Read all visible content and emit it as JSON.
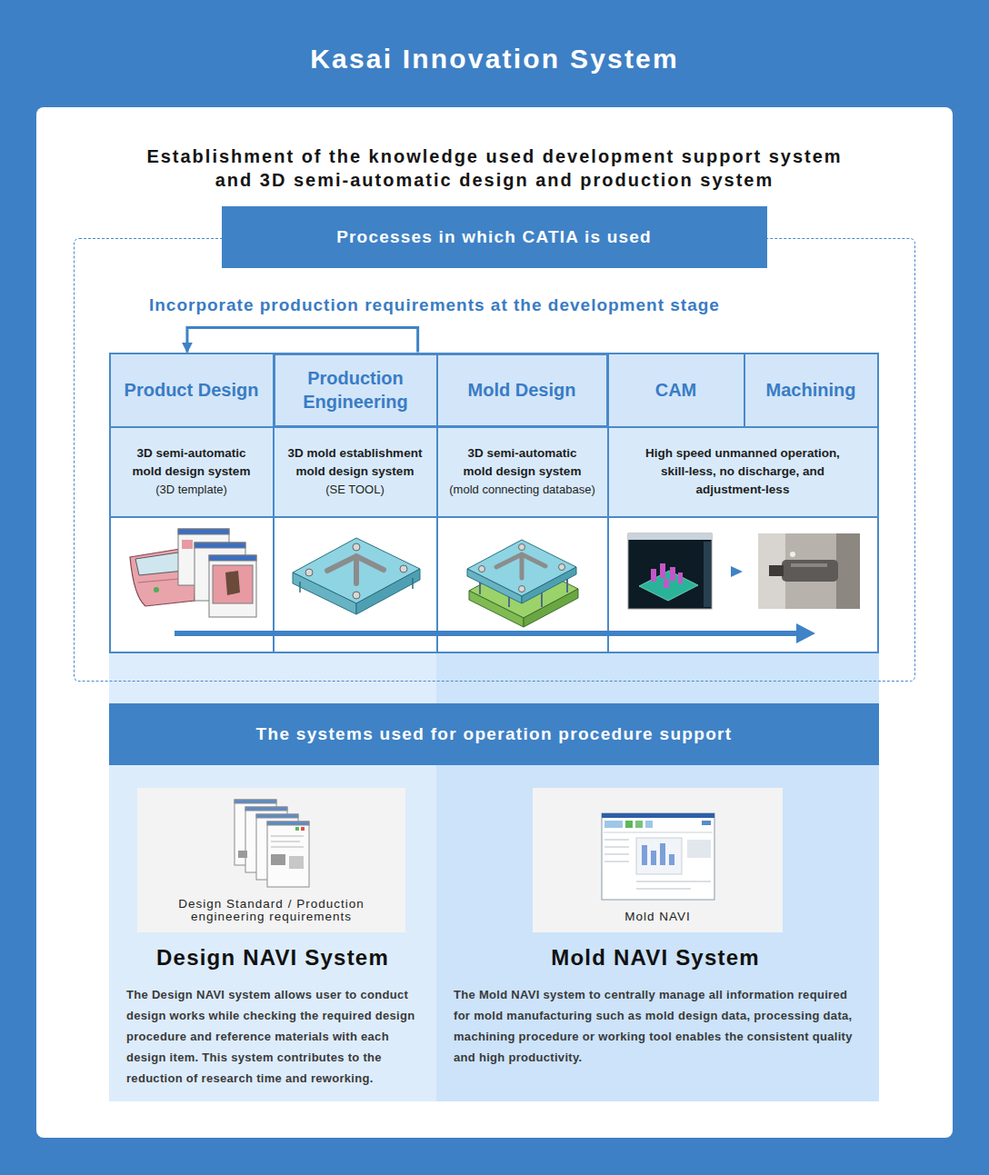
{
  "diagram": {
    "title": "Kasai Innovation System",
    "nodes": [
      {
        "text": [
          "Processes in which CATIA is used"
        ]
      },
      {
        "text": [
          "Product Design"
        ],
        "in": 0
      },
      {
        "text": [
          "Production Engineering"
        ],
        "in": 0
      },
      {
        "text": [
          "Mold Design"
        ],
        "in": 0
      },
      {
        "text": [
          "CAM"
        ],
        "in": 0
      },
      {
        "text": [
          "Machining"
        ],
        "in": 0
      },
      {
        "text": [
          "3D semi-automatic mold design system",
          "(3D template)"
        ],
        "in": 0
      },
      {
        "text": [
          "3D mold establishment mold design system",
          "(SE TOOL)"
        ],
        "in": 0
      },
      {
        "text": [
          "3D semi-automatic mold design system",
          "(mold connecting database)"
        ],
        "in": 0
      },
      {
        "text": [
          "High speed unmanned operation, skill-less, no discharge, and adjustment-less"
        ],
        "in": 0
      },
      {
        "text": [
          "The systems used for operation procedure support"
        ]
      },
      {
        "text": [
          "Design NAVI System",
          "The Design NAVI system allows user to conduct design works while checking the required design procedure and reference materials with each design item. This system contributes to the reduction of research time and reworking."
        ]
      },
      {
        "text": [
          "Design Standard / Production engineering requirements"
        ],
        "in": 11
      },
      {
        "text": [
          "Mold NAVI System",
          "The Mold NAVI system to centrally manage all information required for mold manufacturing such as mold design data, processing data, machining procedure or working tool enables the consistent quality and high productivity."
        ]
      },
      {
        "text": [
          "Mold NAVI"
        ],
        "in": 13
      }
    ],
    "edges": [
      {
        "from": 2,
        "to": 1,
        "arrow": "to",
        "label": "Incorporate production requirements at the development stage"
      }
    ],
    "labels": [
      "Establishment of the knowledge used development support system and 3D semi-automatic design and production system"
    ]
  }
}
